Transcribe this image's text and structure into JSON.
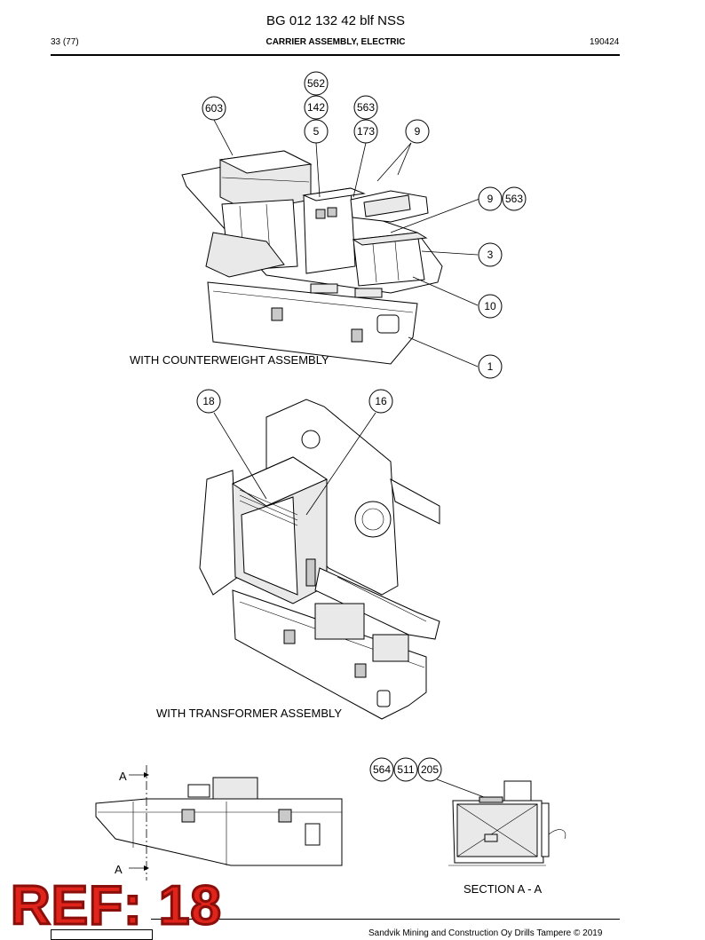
{
  "header": {
    "doc_title": "BG 012 132 42 blf NSS",
    "page_number": "33 (77)",
    "section_title": "CARRIER ASSEMBLY, ELECTRIC",
    "date_code": "190424"
  },
  "views": {
    "counterweight_caption": "WITH COUNTERWEIGHT ASSEMBLY",
    "transformer_caption": "WITH TRANSFORMER ASSEMBLY",
    "section_caption": "SECTION A - A",
    "section_marker_top": "A",
    "section_marker_bottom": "A"
  },
  "callouts": {
    "c562": "562",
    "c603": "603",
    "c142": "142",
    "c563a": "563",
    "c5": "5",
    "c173": "173",
    "c9a": "9",
    "c9b": "9",
    "c563b": "563",
    "c3": "3",
    "c10": "10",
    "c1": "1",
    "c18": "18",
    "c16": "16",
    "c564": "564",
    "c511": "511",
    "c205": "205"
  },
  "footer": {
    "copyright": "Sandvik Mining and Construction Oy Drills Tampere © 2019"
  },
  "stamp": {
    "ref_text": "REF: 18"
  }
}
